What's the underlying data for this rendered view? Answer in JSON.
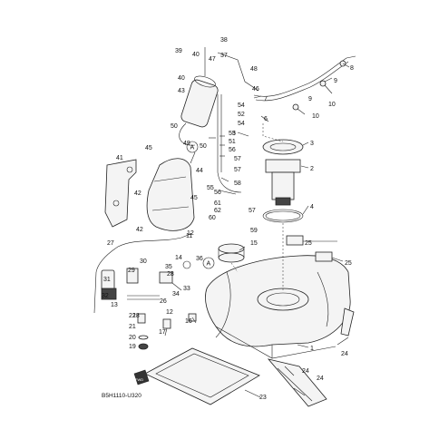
{
  "diagram": {
    "code": "B5H1110-U320",
    "fwd_label": "FWD",
    "ref_a_label": "A",
    "labels": {
      "l1": "1",
      "l2": "2",
      "l3": "3",
      "l4": "4",
      "l5": "5",
      "l6": "6",
      "l7": "7",
      "l8": "8",
      "l9": "9",
      "l10": "10",
      "l11": "11",
      "l12": "12",
      "l13": "13",
      "l14": "14",
      "l15": "15",
      "l16": "16",
      "l17": "17",
      "l18": "18",
      "l19": "19",
      "l20": "20",
      "l21": "21",
      "l22": "22",
      "l23": "23",
      "l24": "24",
      "l25": "25",
      "l26": "26",
      "l27": "27",
      "l28": "28",
      "l29": "29",
      "l30": "30",
      "l31": "31",
      "l32": "32",
      "l33": "33",
      "l34": "34",
      "l35": "35",
      "l36": "36",
      "l37": "37",
      "l38": "38",
      "l39": "39",
      "l40": "40",
      "l41": "41",
      "l42": "42",
      "l43": "43",
      "l44": "44",
      "l45": "45",
      "l46": "46",
      "l47": "47",
      "l48": "48",
      "l49": "49",
      "l50": "50",
      "l51": "51",
      "l52": "52",
      "l53": "53",
      "l54": "54",
      "l55": "55",
      "l56": "56",
      "l57": "57",
      "l58": "58",
      "l59": "59",
      "l60": "60",
      "l61": "61",
      "l62": "62"
    }
  }
}
